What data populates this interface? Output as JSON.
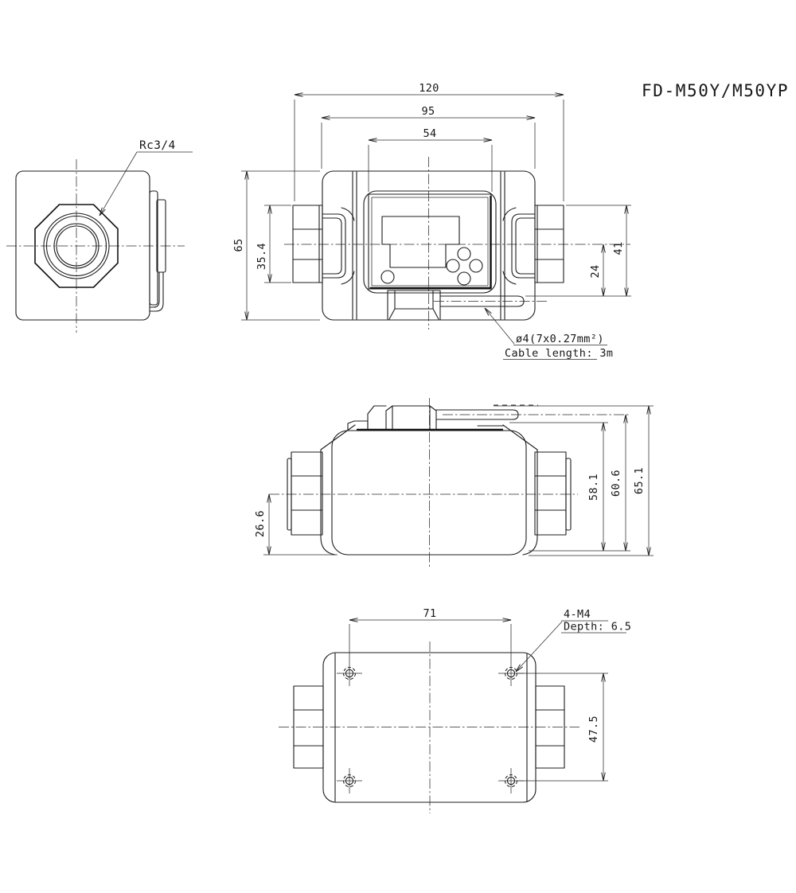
{
  "title": "FD-M50Y/M50YP",
  "left_view": {
    "port_label": "Rc3/4"
  },
  "front_view": {
    "dim_overall_width": "120",
    "dim_body_width": "95",
    "dim_display_width": "54",
    "dim_height": "65",
    "dim_nut_height": "35.4",
    "dim_nut_to_cable": "41",
    "dim_center_to_cable": "24",
    "cable_note_line1": "ø4(7x0.27mm²)",
    "cable_note_line2": "Cable length: 3m"
  },
  "side_view": {
    "dim_center_to_bottom": "26.6",
    "dim_body_height": "58.1",
    "dim_cable_center_height": "60.6",
    "dim_overall_height": "65.1"
  },
  "bottom_view": {
    "dim_hole_pitch_x": "71",
    "dim_hole_pitch_y": "47.5",
    "hole_note_line1": "4-M4",
    "hole_note_line2": "Depth: 6.5"
  }
}
